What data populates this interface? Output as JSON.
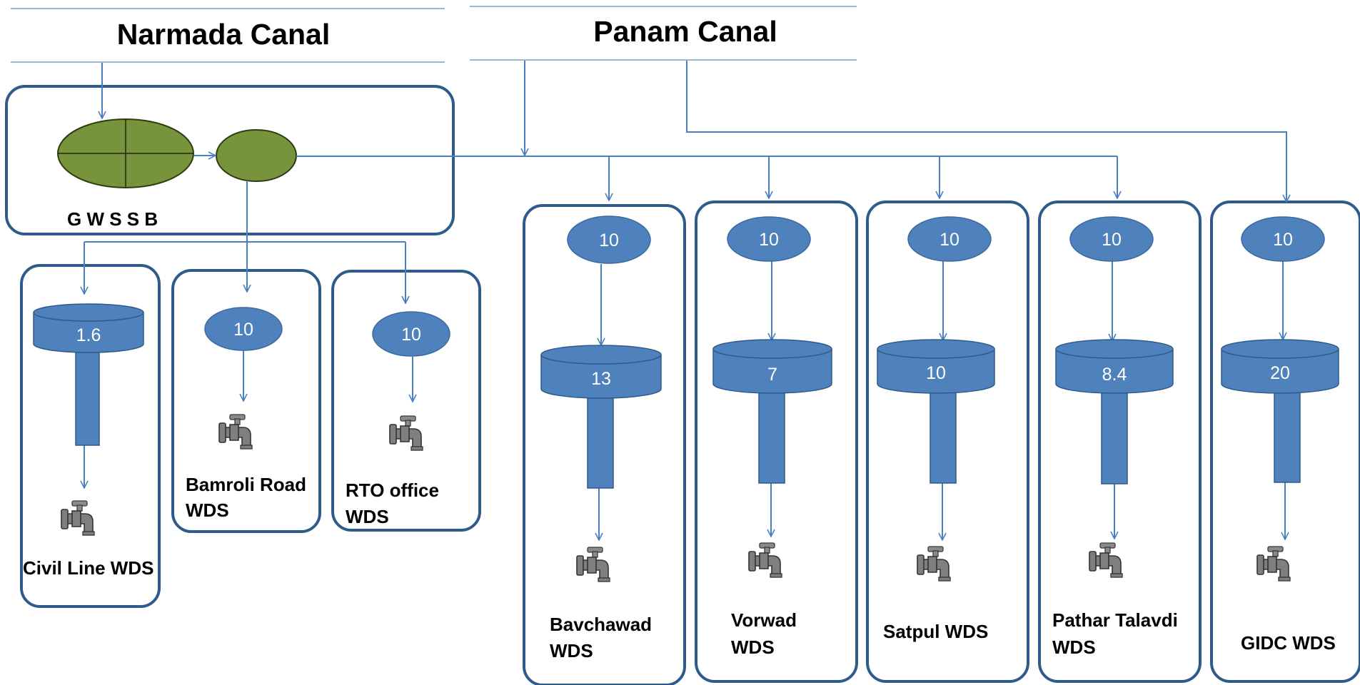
{
  "sources": {
    "narmada": "Narmada Canal",
    "panam": "Panam Canal"
  },
  "plant_label": "G W S S B",
  "stations": {
    "civil": {
      "tank": "1.6",
      "label_lines": [
        "Civil Line WDS"
      ]
    },
    "bamroli": {
      "sump": "10",
      "label_lines": [
        "Bamroli Road",
        "WDS"
      ]
    },
    "rto": {
      "sump": "10",
      "label_lines": [
        "RTO office",
        "WDS"
      ]
    },
    "bavchawad": {
      "sump": "10",
      "tank": "13",
      "label_lines": [
        "Bavchawad",
        "WDS"
      ]
    },
    "vorwad": {
      "sump": "10",
      "tank": "7",
      "label_lines": [
        "Vorwad",
        "WDS"
      ]
    },
    "satpul": {
      "sump": "10",
      "tank": "10",
      "label_lines": [
        "Satpul WDS"
      ]
    },
    "pathar": {
      "sump": "10",
      "tank": "8.4",
      "label_lines": [
        "Pathar Talavdi",
        "WDS"
      ]
    },
    "gidc": {
      "sump": "10",
      "tank": "20",
      "label_lines": [
        "GIDC WDS"
      ]
    }
  },
  "colors": {
    "pipe": "#4a7fc1",
    "box_border": "#2f5b8a",
    "water_blue": "#4f81bd",
    "plant_green": "#77933c",
    "tap_gray": "#7f7f7f"
  },
  "icons": [
    "tap-icon",
    "elevated-tank-icon",
    "sump-oval-icon",
    "treatment-plant-icon"
  ]
}
